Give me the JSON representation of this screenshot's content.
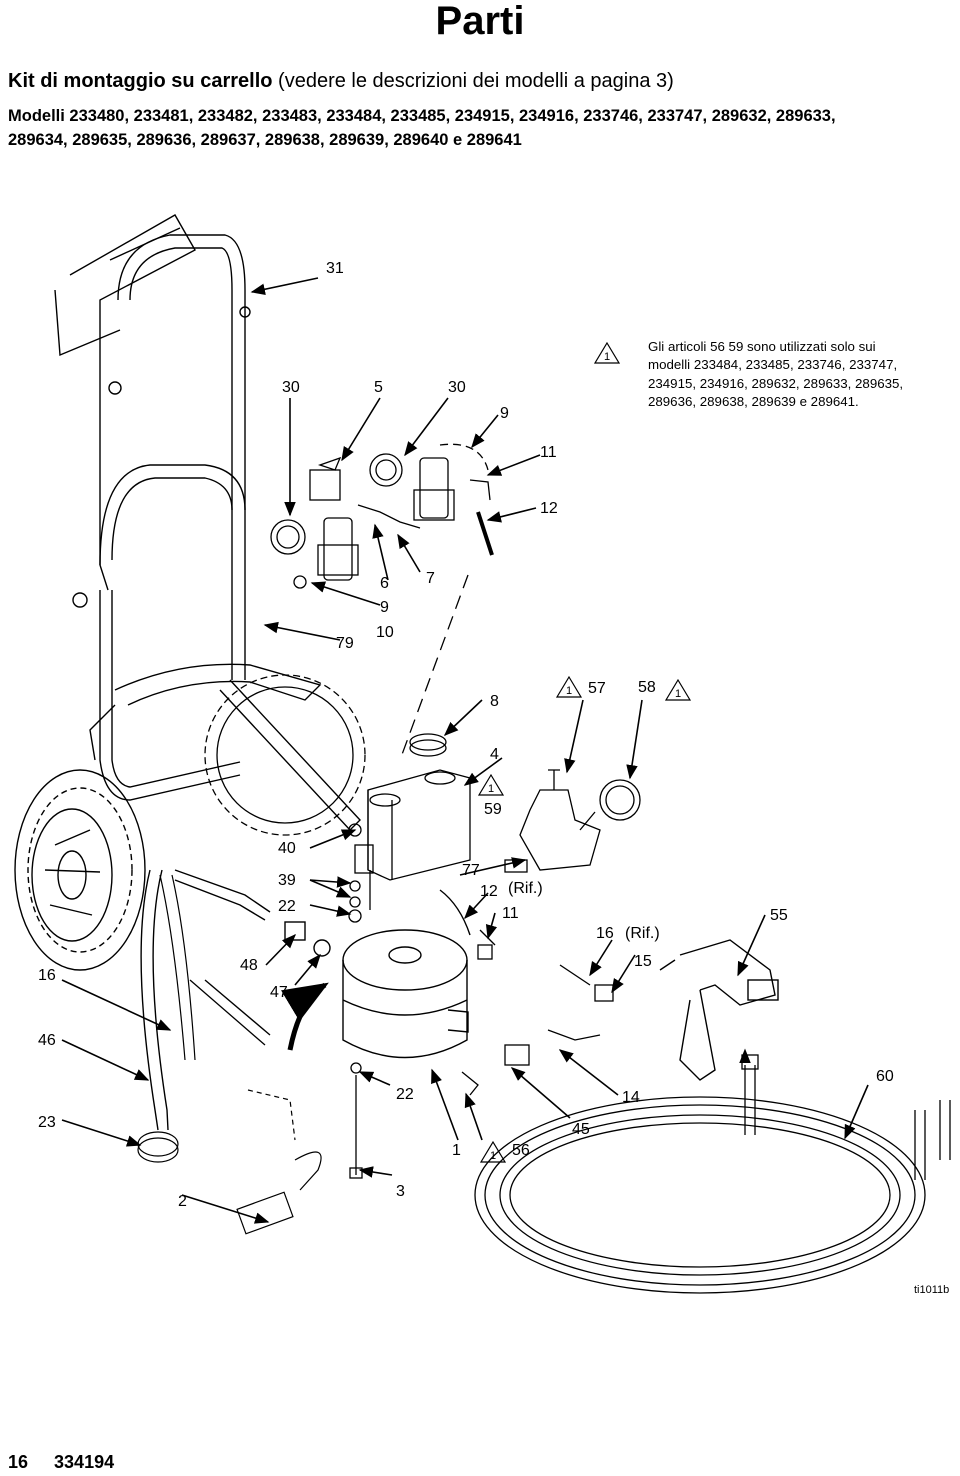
{
  "header": {
    "title": "Parti",
    "kit_title": "Kit di montaggio su carrello",
    "kit_subtitle": " (vedere le descrizioni dei modelli a pagina 3)",
    "models_line1": "Modelli 233480, 233481, 233482, 233483, 233484, 233485, 234915, 234916, 233746, 233747, 289632, 289633,",
    "models_line2": "289634, 289635, 289636, 289637, 289638, 289639, 289640 e 289641"
  },
  "note": {
    "marker": "1",
    "text": "Gli articoli 56 59 sono utilizzati solo sui modelli 233484, 233485, 233746, 233747, 234915, 234916, 289632, 289633, 289635, 289636, 289638, 289639 e 289641."
  },
  "callouts": {
    "c31": "31",
    "c30a": "30",
    "c5": "5",
    "c30b": "30",
    "c9a": "9",
    "c11a": "11",
    "c12a": "12",
    "c6": "6",
    "c7": "7",
    "c9b": "9",
    "c79": "79",
    "c10": "10",
    "c8": "8",
    "c57": "57",
    "c58": "58",
    "c4": "4",
    "c59": "59",
    "c40": "40",
    "c77": "77",
    "c12b": "12",
    "rif1": "(Rif.)",
    "c39": "39",
    "c11b": "11",
    "c22a": "22",
    "c16a": "16",
    "rif2": "(Rif.)",
    "c55": "55",
    "c16b": "16",
    "c48": "48",
    "c15": "15",
    "c47": "47",
    "c46": "46",
    "c60": "60",
    "c22b": "22",
    "c14": "14",
    "c23": "23",
    "c45": "45",
    "c1": "1",
    "c56": "56",
    "c2": "2",
    "c3": "3",
    "tri": "1"
  },
  "footer": {
    "page_number": "16",
    "doc_number": "334194",
    "art_code": "ti1011b"
  }
}
